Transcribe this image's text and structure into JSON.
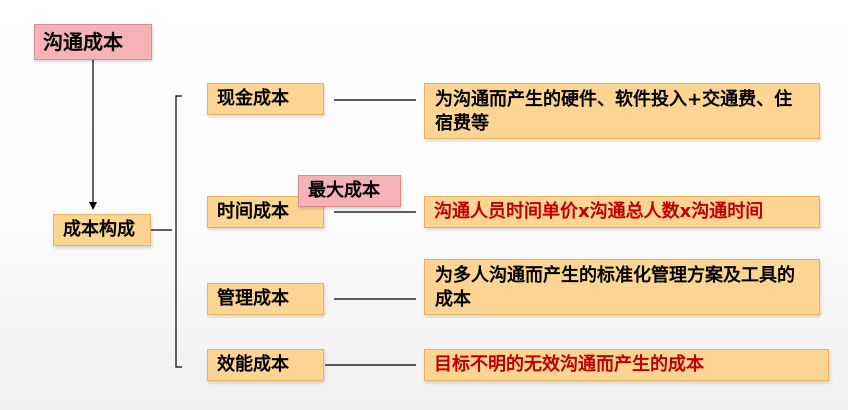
{
  "title": "沟通成本",
  "composition": "成本构成",
  "highlight": "最大成本",
  "categories": [
    {
      "label": "现金成本",
      "description": "为沟通而产生的硬件、软件投入+交通费、住宿费等"
    },
    {
      "label": "时间成本",
      "description": "沟通人员时间单价x沟通总人数x沟通时间"
    },
    {
      "label": "管理成本",
      "description": "为多人沟通而产生的标准化管理方案及工具的成本"
    },
    {
      "label": "效能成本",
      "description": "目标不明的无效沟通而产生的成本"
    }
  ],
  "colors": {
    "box_fill": "#fcd592",
    "title_fill": "#f6b3b7",
    "emphasis_text": "#c00000",
    "line": "#000000"
  }
}
